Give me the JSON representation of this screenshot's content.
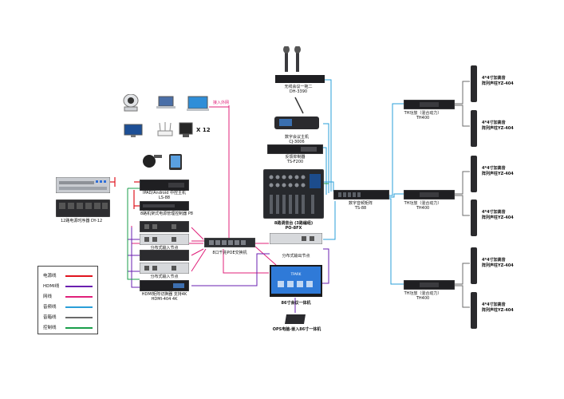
{
  "labels": {
    "power_seq": "12路电源时序器 DY-12",
    "ls": "IPAD/Android 中控主机\nLS-88",
    "p8": "8路机架式电源管理控制器 P8",
    "node1": "分布式输入节点",
    "node2": "分布式输入节点",
    "hdmi_matrix": "HDMI矩阵切换器 支持4K\nHDMI-404 4K",
    "poe_switch": "8口千兆POE交换机",
    "access_ext": "接入外网",
    "x12": "X 12",
    "mic": "无线会议一拖二\nDH-3390",
    "conf_unit": "数字会议主机\nCJ-3006",
    "feedback": "反馈抑制器\nTS-F200",
    "mixer": "8路调音台 (3路编组)\nPO-8FX",
    "dsp": "数字音频矩阵\nTS-88",
    "out_node": "分布式输出节点",
    "display": "86寸会议一体机",
    "ops": "OPS电脑-嵌入86寸一体机",
    "amp1": "TH功放（混合动力）\nTH400",
    "amp2": "TH功放（混合动力）\nTH400",
    "amp3": "TH功放（混合动力）\nTH400",
    "spk": "4*4寸加高音\n阵列声柱YZ-404",
    "screen_brand": "TPARK"
  },
  "legend": [
    {
      "label": "电源线",
      "color": "#e0141e"
    },
    {
      "label": "HDMI线",
      "color": "#6a1fb0"
    },
    {
      "label": "网线",
      "color": "#e0207a"
    },
    {
      "label": "音频线",
      "color": "#2a9fd8"
    },
    {
      "label": "音箱线",
      "color": "#6b6b6b"
    },
    {
      "label": "控制线",
      "color": "#1a9e4a"
    }
  ]
}
